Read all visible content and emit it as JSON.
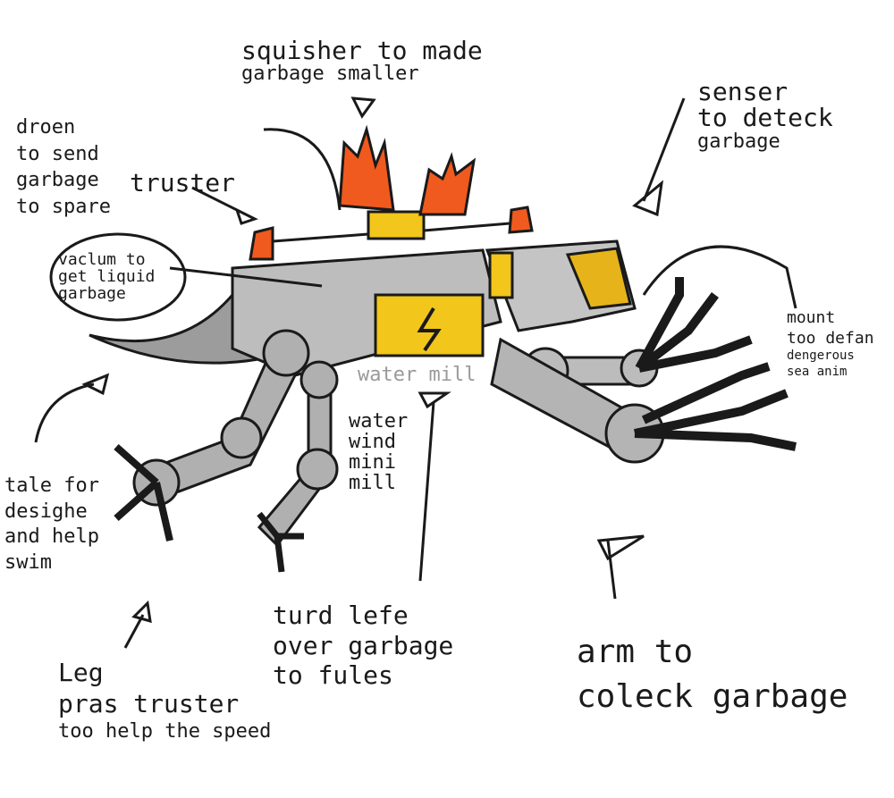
{
  "labels": {
    "squisher": [
      "squisher to made",
      "garbage smaller"
    ],
    "senser": [
      "senser",
      "to deteck",
      "garbage"
    ],
    "droen": [
      "droen",
      "to send",
      "garbage",
      "to spare"
    ],
    "truster": "truster",
    "vaclum": [
      "vaclum to",
      "get liquid",
      "garbage"
    ],
    "mount": [
      "mount",
      "too defan",
      "dengerous",
      "sea anim"
    ],
    "water_mill": "water mill",
    "mini_mill": [
      "water",
      "wind",
      "mini",
      "mill"
    ],
    "tale": [
      "tale for",
      "desighe",
      "and help",
      "swim"
    ],
    "leg": [
      "Leg",
      "pras truster",
      "too help the speed"
    ],
    "turd": [
      "turd lefe",
      "over garbage",
      "to fules"
    ],
    "arm": [
      "arm to",
      "coleck garbage"
    ]
  },
  "colors": {
    "ink": "#1a1a1a",
    "body": "#b8b8b8",
    "orange": "#f05a1e",
    "yellow": "#f2c61a"
  }
}
